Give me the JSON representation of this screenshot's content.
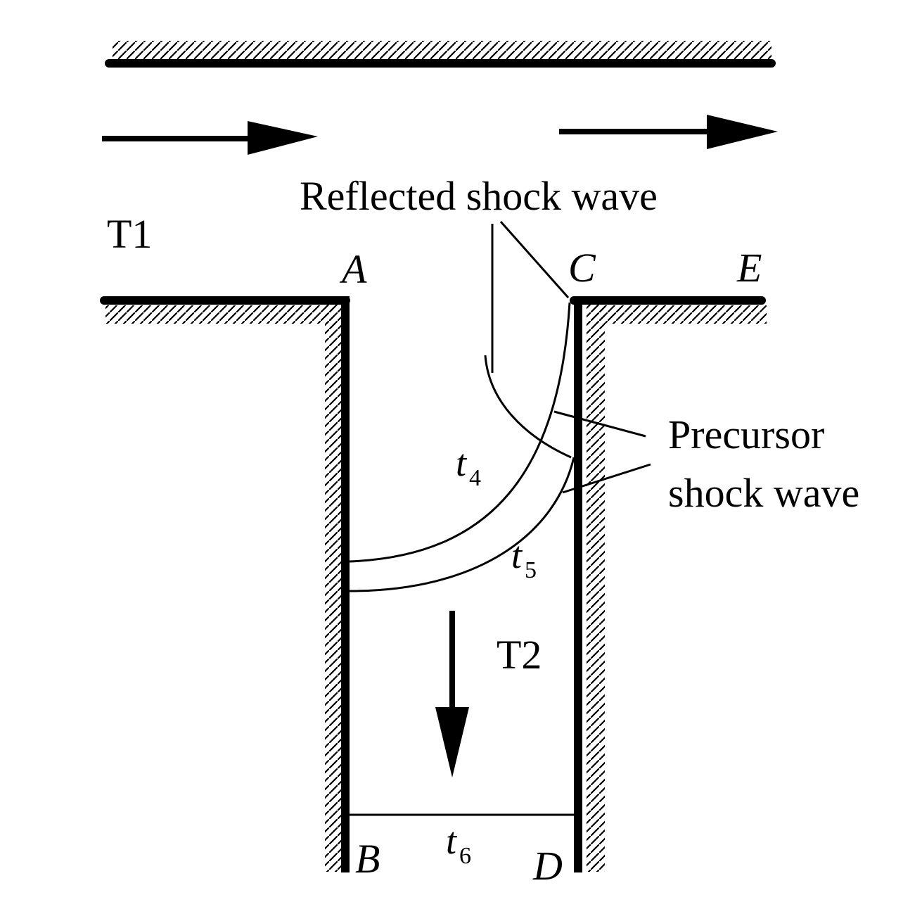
{
  "labels": {
    "reflected": "Reflected shock wave",
    "t1": "T1",
    "t2": "T2",
    "a": "A",
    "b": "B",
    "c": "C",
    "d": "D",
    "e": "E",
    "precursor_line1": "Precursor",
    "precursor_line2": "shock wave",
    "t4_base": "t",
    "t4_sub": "4",
    "t5_base": "t",
    "t5_sub": "5",
    "t6_base": "t",
    "t6_sub": "6"
  },
  "colors": {
    "ink": "#000000",
    "background": "#ffffff"
  }
}
